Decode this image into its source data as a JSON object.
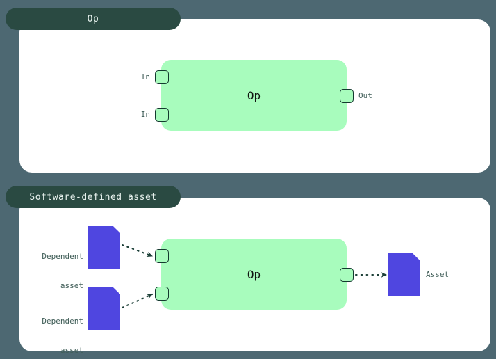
{
  "theme": {
    "background": "#4d6872",
    "panel_bg": "#ffffff",
    "tab_bg": "#2a4a42",
    "tab_text": "#e8f2ee",
    "op_box_bg": "#a8fcbd",
    "port_border": "#13392e",
    "asset_fill": "#4f46e0",
    "label_text": "#3f5d57",
    "arrow_color": "#1d4038"
  },
  "panels": [
    {
      "id": "op",
      "tab_label": "Op",
      "op_label": "Op",
      "inputs": [
        {
          "label": "In"
        },
        {
          "label": "In"
        }
      ],
      "outputs": [
        {
          "label": "Out"
        }
      ]
    },
    {
      "id": "software-defined-asset",
      "tab_label": "Software-defined asset",
      "op_label": "Op",
      "dependent_assets": [
        {
          "line1": "Dependent",
          "line2": "asset"
        },
        {
          "line1": "Dependent",
          "line2": "asset"
        }
      ],
      "output_asset": {
        "label": "Asset"
      }
    }
  ],
  "icons": {
    "asset_document": "document-icon",
    "port": "port-square-icon",
    "arrow": "dotted-arrow-icon"
  }
}
